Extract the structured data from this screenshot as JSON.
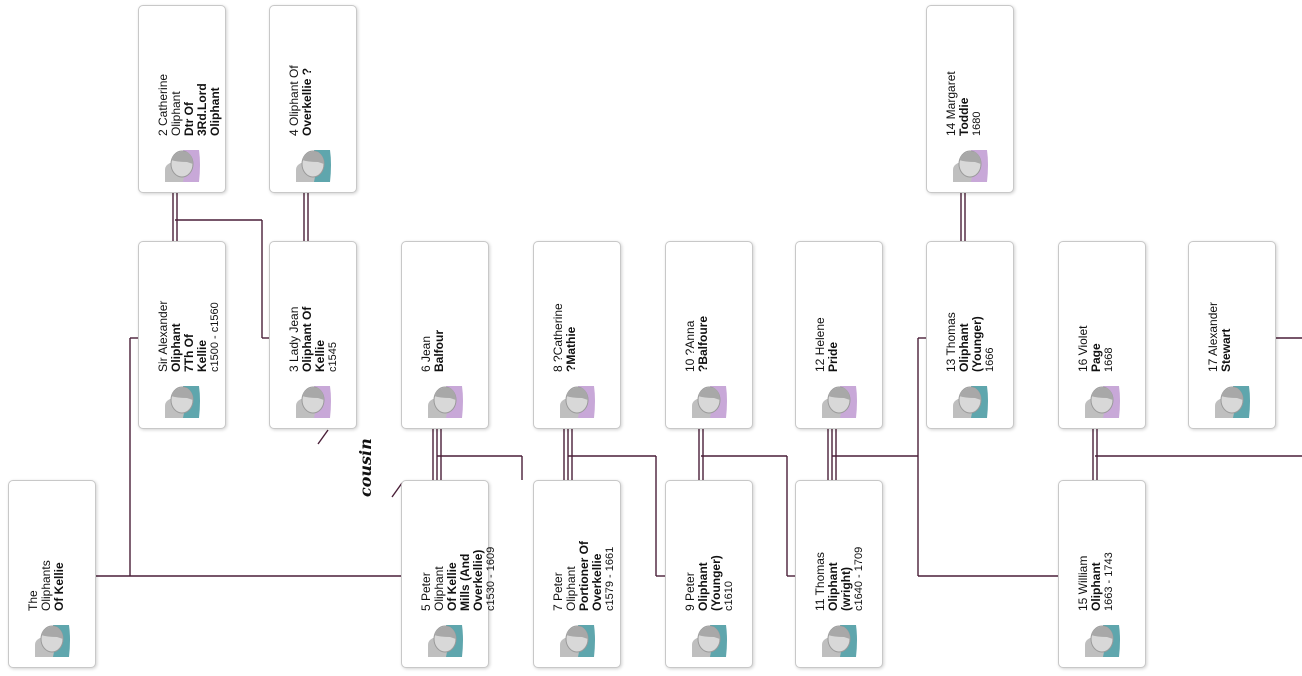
{
  "colors": {
    "line": "#4a1f38",
    "card_border": "#c8c8c8",
    "avatar_gray": "#9a9a9a",
    "avatar_female": "#c8a8d8",
    "avatar_male": "#5fa6ad"
  },
  "people": [
    {
      "id": "p0",
      "lines": [
        "The",
        "Oliphants"
      ],
      "bold": [
        "Of Kellie"
      ],
      "dates": "",
      "avatar": "male"
    },
    {
      "id": "p1",
      "lines": [
        "Sir Alexander"
      ],
      "bold": [
        "Oliphant",
        "7Th Of",
        "Kellie"
      ],
      "dates": "c1500 - c1560",
      "avatar": "male"
    },
    {
      "id": "p2",
      "lines": [
        "2 Catherine",
        "Oliphant"
      ],
      "bold": [
        "Dtr Of",
        "3Rd.Lord",
        "Oliphant"
      ],
      "dates": "",
      "avatar": "female"
    },
    {
      "id": "p3",
      "lines": [
        "3 Lady Jean"
      ],
      "bold": [
        "Oliphant Of",
        "Kellie"
      ],
      "dates": "c1545",
      "avatar": "female"
    },
    {
      "id": "p4",
      "lines": [
        "4 Oliphant Of"
      ],
      "bold": [
        "Overkellie ?"
      ],
      "dates": "",
      "avatar": "male"
    },
    {
      "id": "p5",
      "lines": [
        "5 Peter",
        "Oliphant"
      ],
      "bold": [
        "Of Kellie",
        "Mills (And",
        "Overkellie)"
      ],
      "dates": "c1530 - 1609",
      "avatar": "male"
    },
    {
      "id": "p6",
      "lines": [
        "6 Jean"
      ],
      "bold": [
        "Balfour"
      ],
      "dates": "",
      "avatar": "female"
    },
    {
      "id": "p7",
      "lines": [
        "7 Peter",
        "Oliphant"
      ],
      "bold": [
        "Portioner Of",
        "Overkellie"
      ],
      "dates": "c1579 - 1661",
      "avatar": "male"
    },
    {
      "id": "p8",
      "lines": [
        "8 ?Catherine"
      ],
      "bold": [
        "?Mathie"
      ],
      "dates": "",
      "avatar": "female"
    },
    {
      "id": "p9",
      "lines": [
        "9 Peter"
      ],
      "bold": [
        "Oliphant",
        "(Younger)"
      ],
      "dates": "c1610",
      "avatar": "male"
    },
    {
      "id": "p10",
      "lines": [
        "10 ?Anna"
      ],
      "bold": [
        "?Balfoure"
      ],
      "dates": "",
      "avatar": "female"
    },
    {
      "id": "p11",
      "lines": [
        "11 Thomas"
      ],
      "bold": [
        "Oliphant",
        "(wright)"
      ],
      "dates": "c1640 - 1709",
      "avatar": "male"
    },
    {
      "id": "p12",
      "lines": [
        "12 Helene"
      ],
      "bold": [
        "Pride"
      ],
      "dates": "",
      "avatar": "female"
    },
    {
      "id": "p13",
      "lines": [
        "13 Thomas"
      ],
      "bold": [
        "Oliphant",
        "(Younger)"
      ],
      "dates": "1666",
      "avatar": "male"
    },
    {
      "id": "p14",
      "lines": [
        "14 Margaret"
      ],
      "bold": [
        "Toddie"
      ],
      "dates": "1680",
      "avatar": "female"
    },
    {
      "id": "p15",
      "lines": [
        "15 William"
      ],
      "bold": [
        "Oliphant"
      ],
      "dates": "1663 - 1743",
      "avatar": "male"
    },
    {
      "id": "p16",
      "lines": [
        "16 Violet"
      ],
      "bold": [
        "Page"
      ],
      "dates": "1668",
      "avatar": "female"
    },
    {
      "id": "p17",
      "lines": [
        "17 Alexander"
      ],
      "bold": [
        "Stewart"
      ],
      "dates": "",
      "avatar": "male"
    }
  ],
  "annotation": "cousin"
}
